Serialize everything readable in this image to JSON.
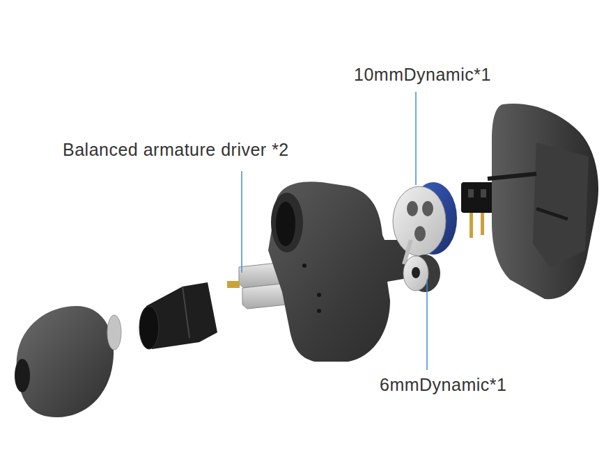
{
  "diagram": {
    "labels": [
      "10mmDynamic*1",
      "Balanced armature driver *2",
      "6mmDynamic*1"
    ]
  }
}
